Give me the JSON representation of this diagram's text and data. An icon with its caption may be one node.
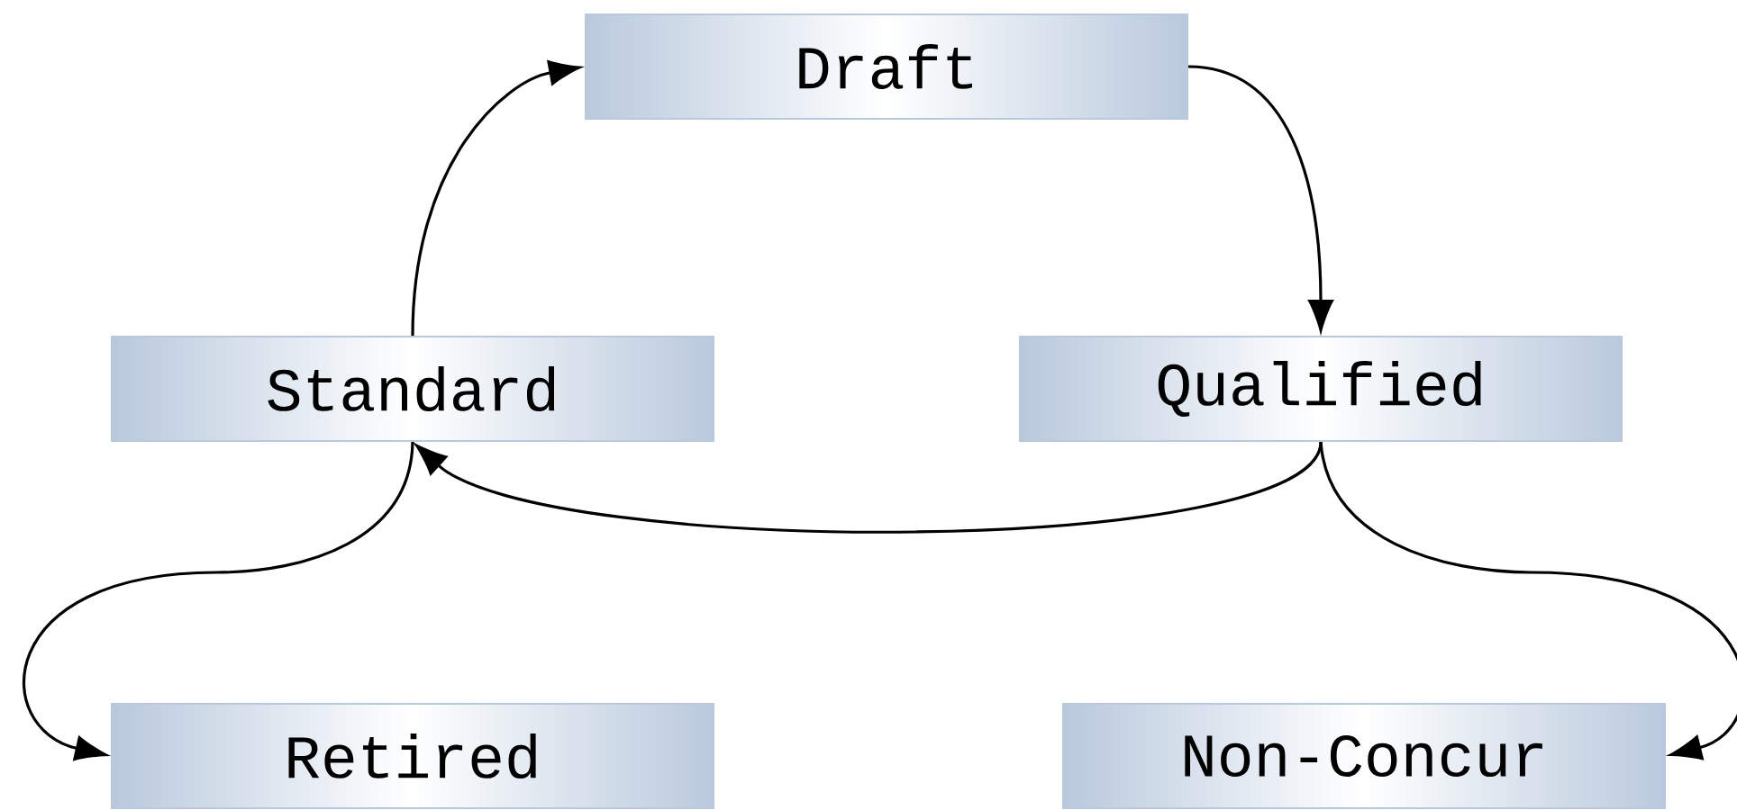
{
  "diagram": {
    "nodes": [
      {
        "text": [
          "Draft"
        ]
      },
      {
        "text": [
          "Standard"
        ]
      },
      {
        "text": [
          "Qualified"
        ]
      },
      {
        "text": [
          "Retired"
        ]
      },
      {
        "text": [
          "Non-Concur"
        ]
      }
    ],
    "edges": [
      {
        "from": 1,
        "to": 0,
        "arrow": "to"
      },
      {
        "from": 0,
        "to": 2,
        "arrow": "to"
      },
      {
        "from": 2,
        "to": 1,
        "arrow": "to"
      },
      {
        "from": 1,
        "to": 3,
        "arrow": "to"
      },
      {
        "from": 2,
        "to": 4,
        "arrow": "to"
      }
    ]
  }
}
